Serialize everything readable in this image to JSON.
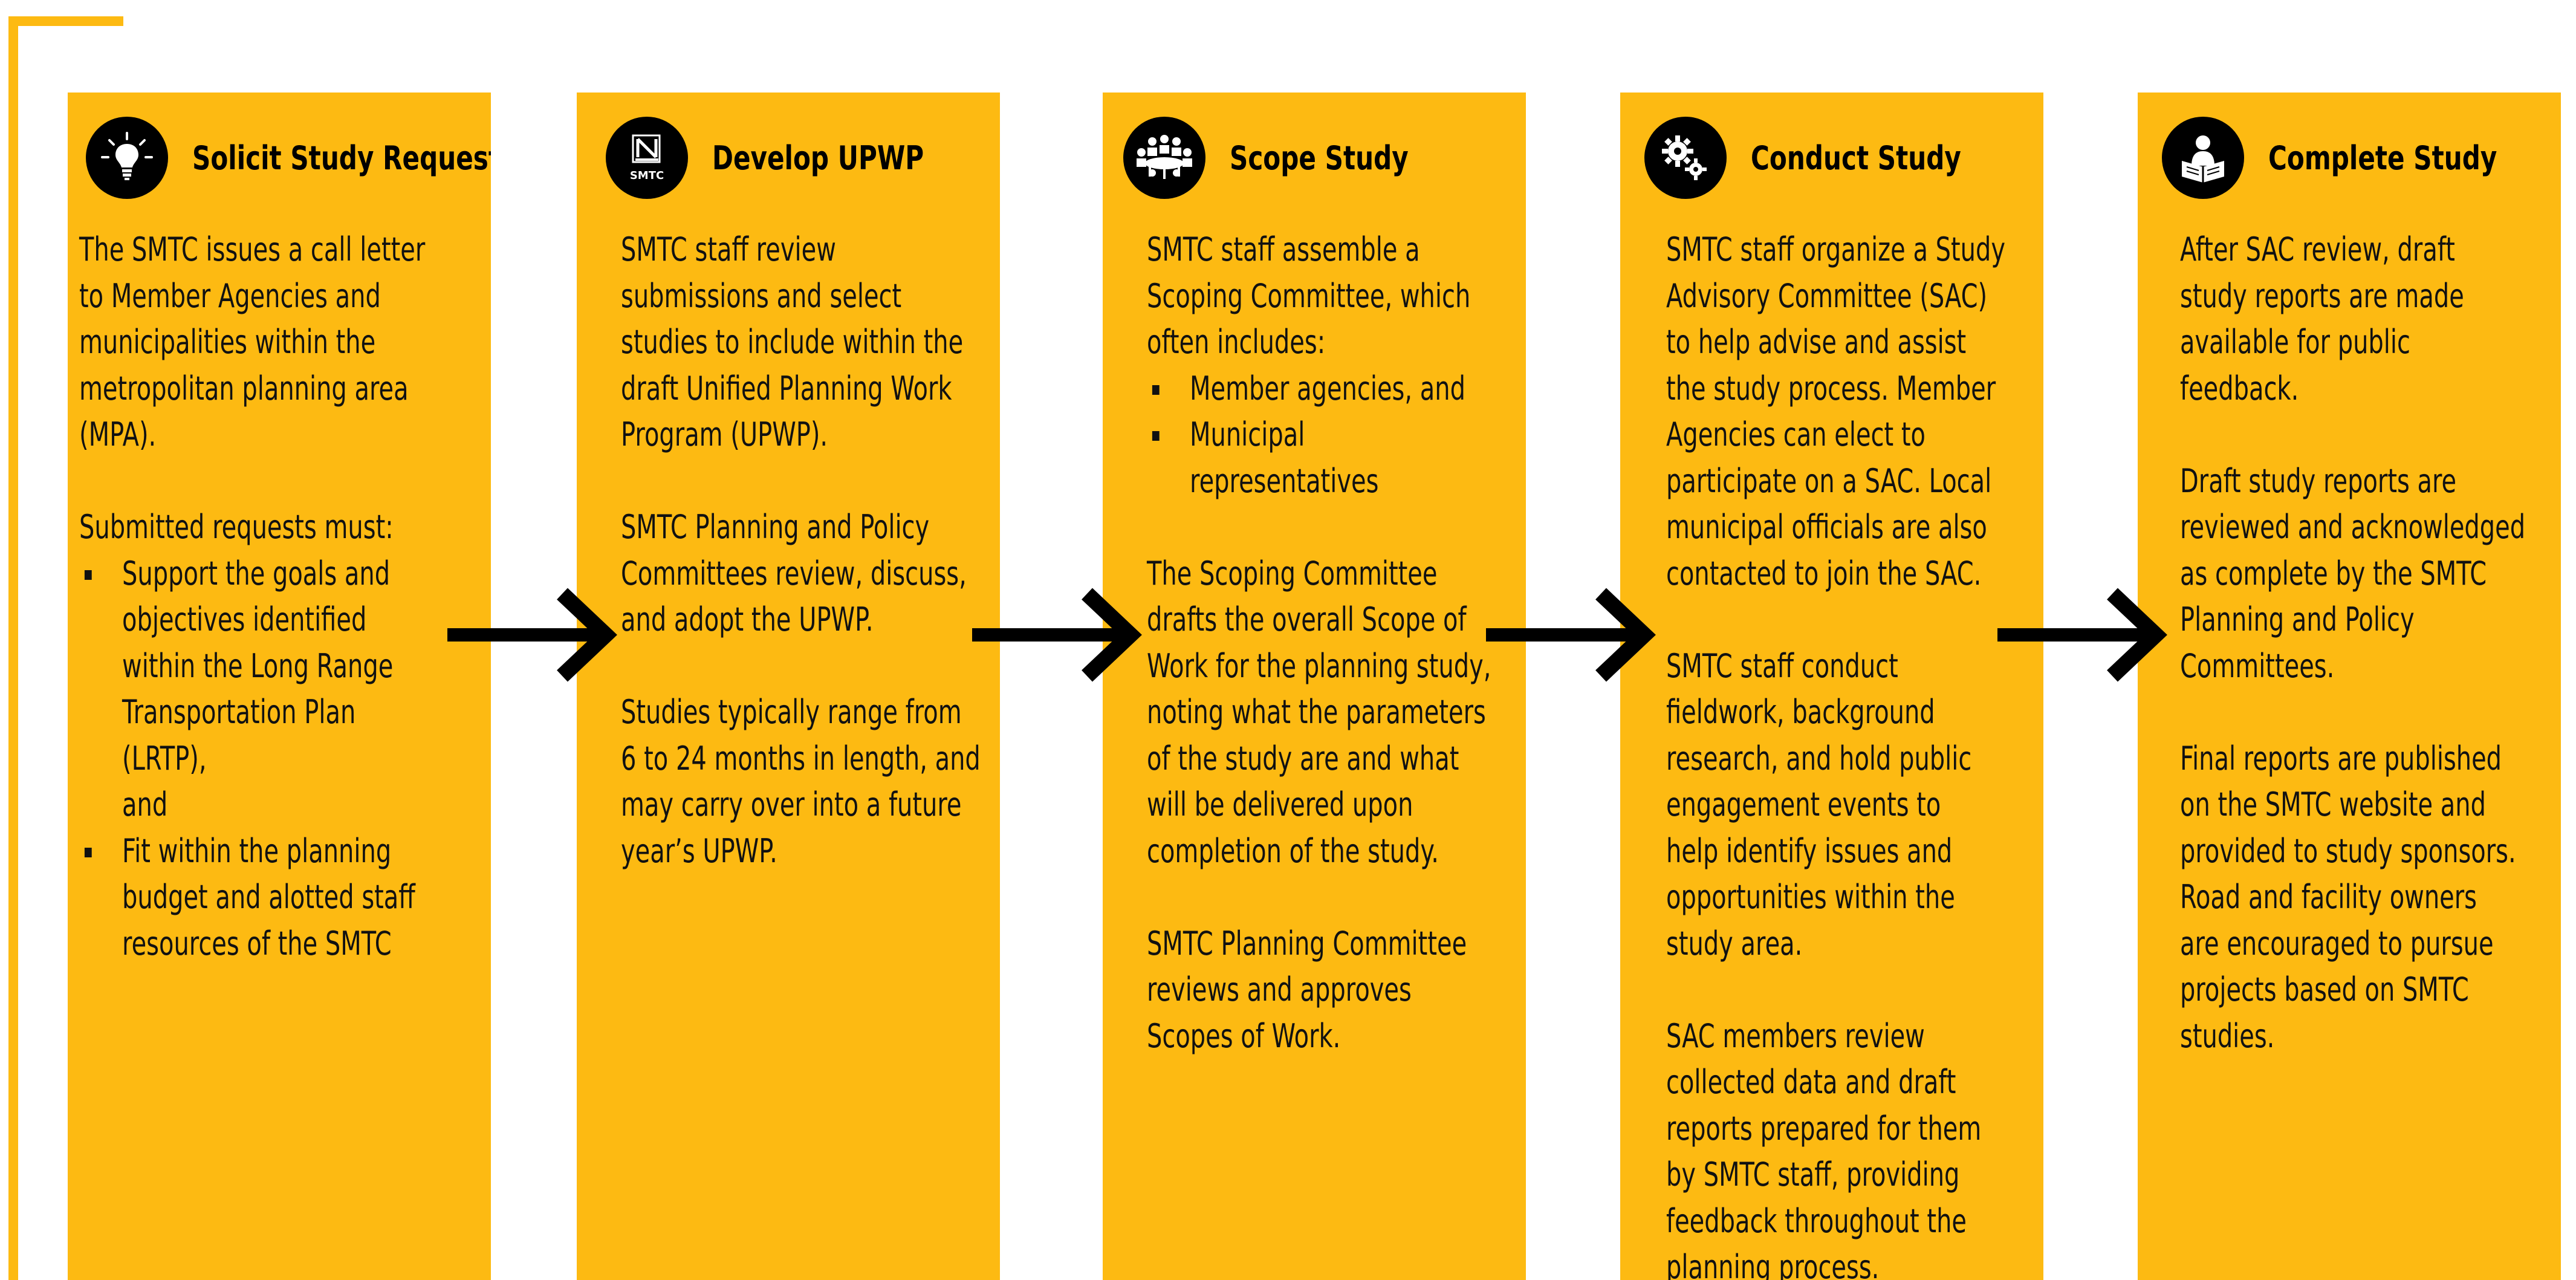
{
  "colors": {
    "accent": "#FDBA12",
    "ink": "#111111"
  },
  "steps": [
    {
      "icon": "lightbulb-icon",
      "title": "Solicit Study Requests",
      "p1": [
        "The SMTC issues a call letter",
        "to Member Agencies and",
        "municipalities within the",
        "metropolitan planning area",
        "(MPA)."
      ],
      "p2": [
        "Submitted requests must:"
      ],
      "bullets": [
        [
          "Support the goals and",
          "objectives identified",
          "within the Long Range",
          "Transportation Plan (LRTP),",
          "and"
        ],
        [
          "Fit within the planning",
          "budget and alotted staff",
          "resources of the SMTC"
        ]
      ]
    },
    {
      "icon": "smtc-logo-icon",
      "icon_text": "SMTC",
      "title": "Develop UPWP",
      "p1": [
        "SMTC staff review",
        "submissions and select",
        "studies to include within the",
        "draft Unified Planning Work",
        "Program (UPWP)."
      ],
      "p2": [
        "SMTC Planning and Policy",
        "Committees review, discuss,",
        "and adopt the UPWP."
      ],
      "p3": [
        "Studies typically range from",
        "6 to 24 months in length, and",
        "may carry over into a future",
        "year’s UPWP."
      ]
    },
    {
      "icon": "meeting-table-icon",
      "title": "Scope Study",
      "p1": [
        "SMTC staff assemble a",
        "Scoping Committee, which",
        "often includes:"
      ],
      "bullets": [
        [
          "Member agencies, and"
        ],
        [
          "Municipal",
          "representatives"
        ]
      ],
      "p2": [
        "The Scoping Committee",
        "drafts the overall Scope of",
        "Work for the planning study,",
        "noting what the parameters",
        "of the study are and what",
        "will be delivered upon",
        "completion of the study."
      ],
      "p3": [
        "SMTC Planning Committee",
        "reviews and approves",
        "Scopes of Work."
      ]
    },
    {
      "icon": "gears-icon",
      "title": "Conduct Study",
      "p1": [
        "SMTC staff organize a Study",
        "Advisory Committee (SAC)",
        "to help advise and assist",
        "the study process. Member",
        "Agencies can elect to",
        "participate on a SAC. Local",
        "municipal officials are also",
        "contacted to join the SAC."
      ],
      "p2": [
        "SMTC staff conduct",
        "fieldwork, background",
        "research, and hold public",
        "engagement events to",
        "help identify issues and",
        "opportunities within the",
        "study area."
      ],
      "p3": [
        "SAC members review",
        "collected data and draft",
        "reports prepared for them",
        "by SMTC staff, providing",
        "feedback throughout the",
        "planning process."
      ]
    },
    {
      "icon": "person-reading-icon",
      "title": "Complete Study",
      "p1": [
        "After SAC review, draft",
        "study reports are made",
        "available for public",
        "feedback."
      ],
      "p2": [
        "Draft study reports are",
        "reviewed and acknowledged",
        "as complete by the SMTC",
        "Planning and Policy",
        "Committees."
      ],
      "p3": [
        "Final reports are published",
        "on the SMTC website and",
        "provided to study sponsors.",
        "Road and facility owners",
        "are encouraged to pursue",
        "projects based on SMTC",
        "studies."
      ]
    }
  ]
}
